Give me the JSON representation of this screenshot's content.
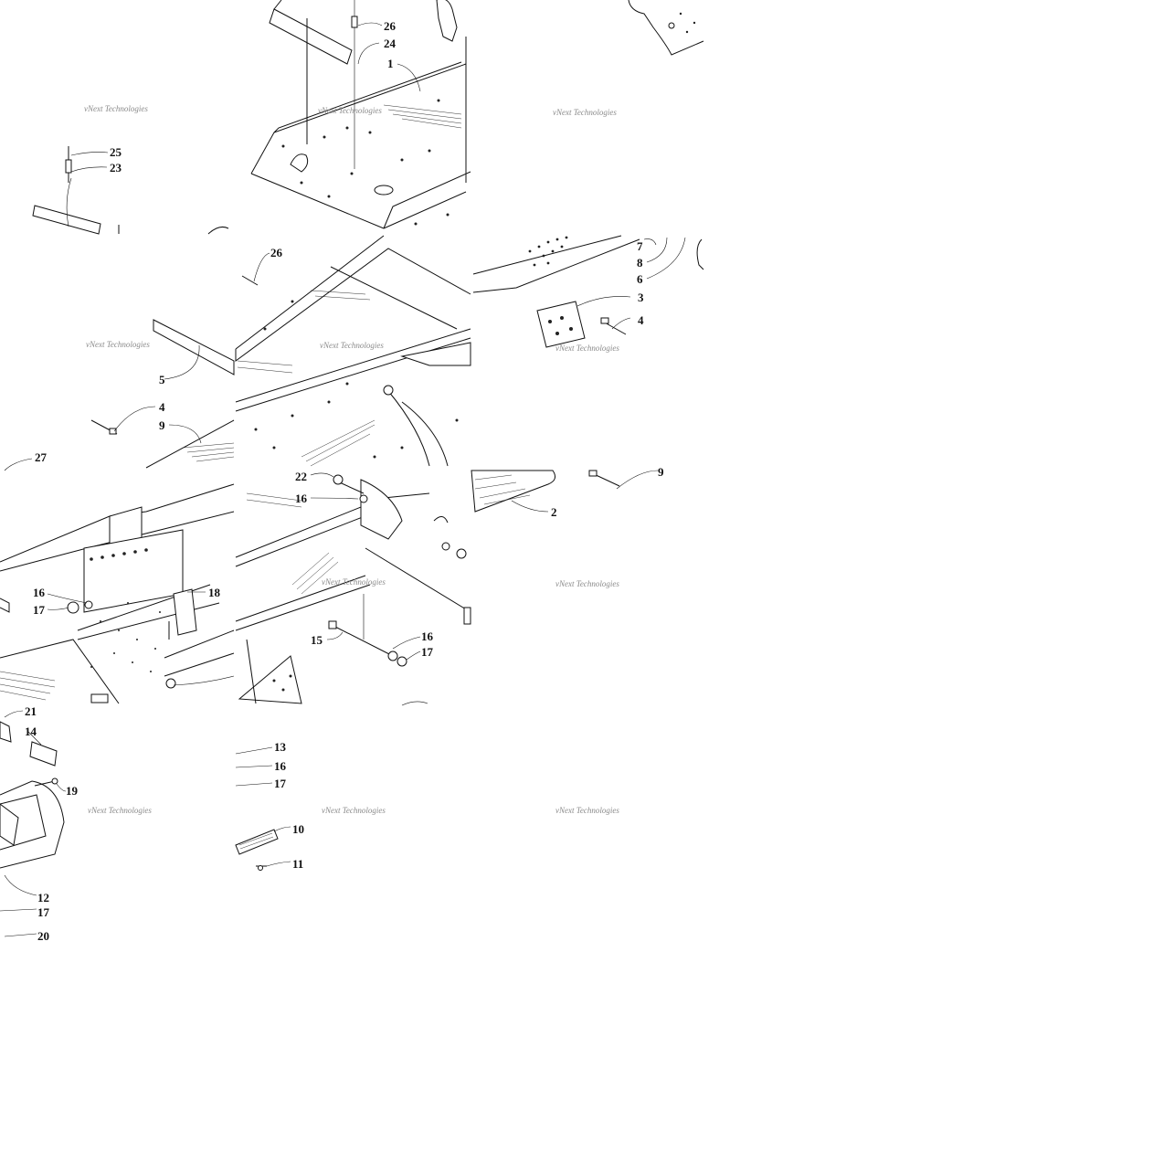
{
  "watermark": "vNext Technologies",
  "callouts": {
    "t1": [
      "26",
      "24",
      "1"
    ],
    "t4": [
      "25",
      "23"
    ],
    "t5": [
      "26"
    ],
    "t6": [
      "7",
      "8",
      "6",
      "3",
      "4"
    ],
    "t7": [
      "5",
      "4",
      "9"
    ],
    "t8": [
      "27",
      "16",
      "17",
      "18"
    ],
    "t9": [
      "22",
      "16",
      "15",
      "16",
      "17"
    ],
    "t10": [
      "9",
      "2"
    ],
    "t11": [
      "21",
      "14",
      "19",
      "12",
      "17",
      "20"
    ],
    "t12": [
      "13",
      "16",
      "17",
      "10",
      "11"
    ]
  }
}
